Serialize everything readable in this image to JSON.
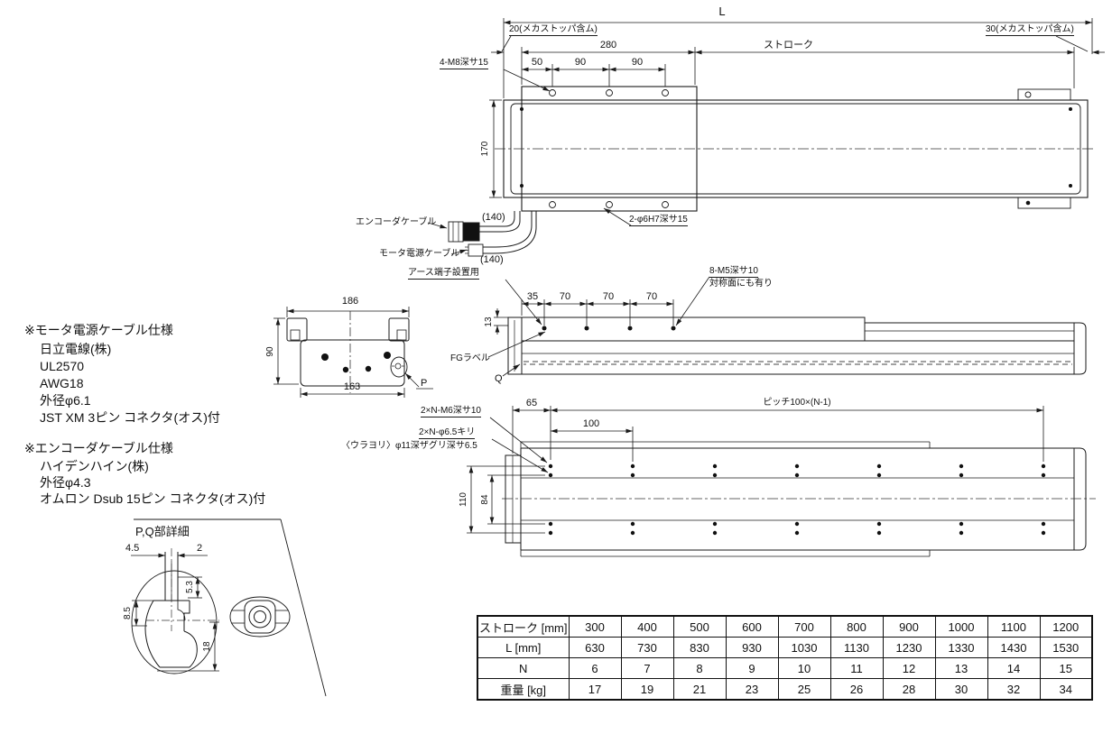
{
  "top_view": {
    "dim_total": "L",
    "dim_left_end": "20(メカストッパ含ム)",
    "dim_right_end": "30(メカストッパ含ム)",
    "dim_280": "280",
    "dim_stroke": "ストローク",
    "dim_50": "50",
    "dim_90a": "90",
    "dim_90b": "90",
    "dim_170": "170",
    "label_m8_holes": "4-M8深サ15",
    "label_pin_holes": "2-φ6H7深サ15"
  },
  "cables": {
    "label_encoder": "エンコーダケーブル",
    "label_motor": "モータ電源ケーブル",
    "dim_encoder_length": "(140)",
    "dim_motor_length": "(140)"
  },
  "section_view": {
    "dim_186": "186",
    "dim_90": "90",
    "dim_163": "163",
    "label_p": "P"
  },
  "side_view": {
    "label_earth": "アース端子設置用",
    "dim_35": "35",
    "dim_70a": "70",
    "dim_70b": "70",
    "dim_70c": "70",
    "dim_13": "13",
    "label_m5_holes": "8-M5深サ10",
    "label_m5_note": "対称面にも有り",
    "label_fg": "FGラベル",
    "label_q": "Q"
  },
  "bottom_view": {
    "label_m6_holes": "2×N-M6深サ10",
    "label_drill_holes": "2×N-φ6.5キリ",
    "label_counterbore": "〈ウラヨリ〉φ11深ザグリ深サ6.5",
    "dim_65": "65",
    "dim_100": "100",
    "dim_pitch": "ピッチ100×(N-1)",
    "dim_110": "110",
    "dim_84": "84"
  },
  "detail_view": {
    "title": "P,Q部詳細",
    "dim_45": "4.5",
    "dim_2": "2",
    "dim_53": "5.3",
    "dim_85": "8.5",
    "dim_18": "18"
  },
  "notes": {
    "motor_cable": {
      "title": "※モータ電源ケーブル仕様",
      "line1": "日立電線(株)",
      "line2": "UL2570",
      "line3": "AWG18",
      "line4": "外径φ6.1",
      "line5": "JST XM 3ピン コネクタ(オス)付"
    },
    "encoder_cable": {
      "title": "※エンコーダケーブル仕様",
      "line1": "ハイデンハイン(株)",
      "line2": "外径φ4.3",
      "line3": "オムロン Dsub 15ピン コネクタ(オス)付"
    }
  },
  "spec_table": {
    "rows": [
      {
        "header": "ストローク [mm]",
        "cells": [
          "300",
          "400",
          "500",
          "600",
          "700",
          "800",
          "900",
          "1000",
          "1100",
          "1200"
        ]
      },
      {
        "header": "L [mm]",
        "cells": [
          "630",
          "730",
          "830",
          "930",
          "1030",
          "1130",
          "1230",
          "1330",
          "1430",
          "1530"
        ]
      },
      {
        "header": "N",
        "cells": [
          "6",
          "7",
          "8",
          "9",
          "10",
          "11",
          "12",
          "13",
          "14",
          "15"
        ]
      },
      {
        "header": "重量 [kg]",
        "cells": [
          "17",
          "19",
          "21",
          "23",
          "25",
          "26",
          "28",
          "30",
          "32",
          "34"
        ]
      }
    ]
  }
}
